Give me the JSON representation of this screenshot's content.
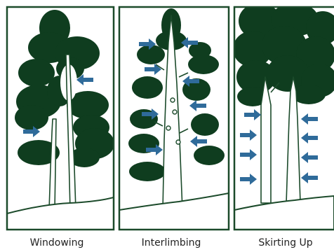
{
  "colors": {
    "foliage": "#0f3d1f",
    "border": "#1b4a2a",
    "arrow": "#2f6b9a",
    "background": "#ffffff",
    "trunk_fill": "#ffffff"
  },
  "panels": [
    {
      "label": "Windowing"
    },
    {
      "label": "Interlimbing"
    },
    {
      "label": "Skirting Up"
    }
  ]
}
